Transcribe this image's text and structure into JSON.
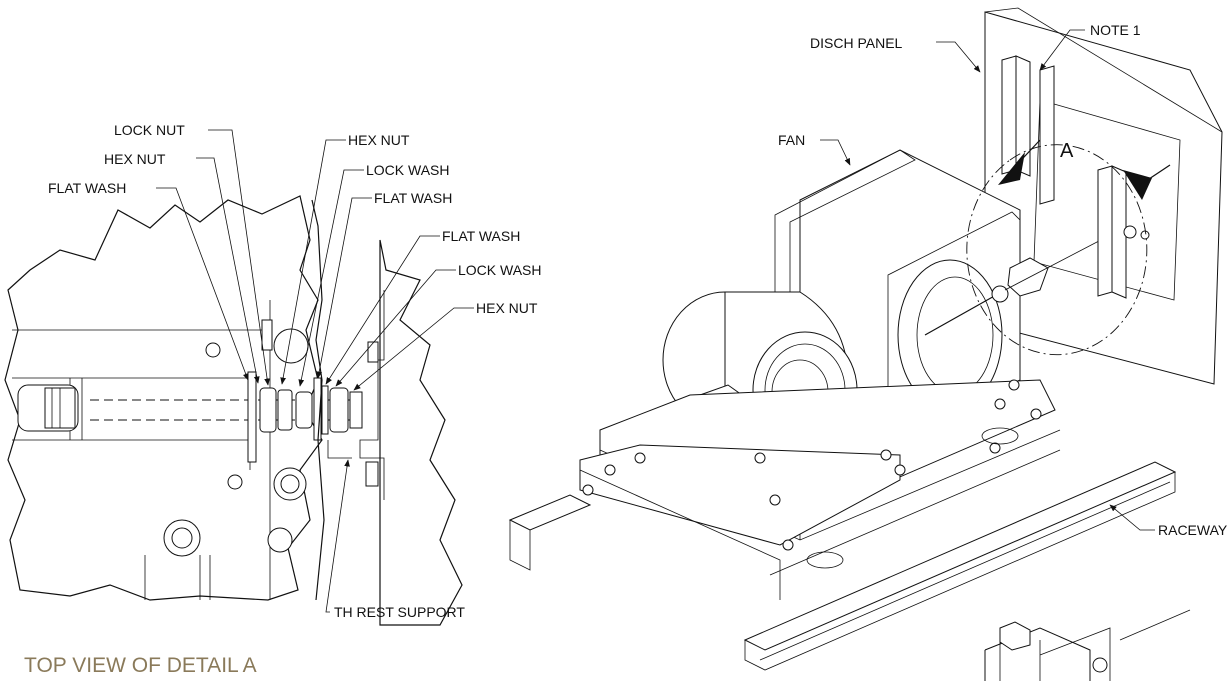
{
  "detail": {
    "labels": {
      "lock_nut": "LOCK NUT",
      "hex_nut_1": "HEX NUT",
      "flat_wash_1": "FLAT WASH",
      "hex_nut_2": "HEX NUT",
      "lock_wash_1": "LOCK WASH",
      "flat_wash_2": "FLAT WASH",
      "flat_wash_3": "FLAT WASH",
      "lock_wash_2": "LOCK WASH",
      "hex_nut_3": "HEX NUT",
      "th_rest_support": "TH REST SUPPORT"
    },
    "caption": "TOP VIEW OF DETAIL  A"
  },
  "assembly": {
    "labels": {
      "disch_panel": "DISCH PANEL",
      "note_1": "NOTE 1",
      "fan": "FAN",
      "detail_a": "A",
      "raceway": "RACEWAY"
    }
  }
}
